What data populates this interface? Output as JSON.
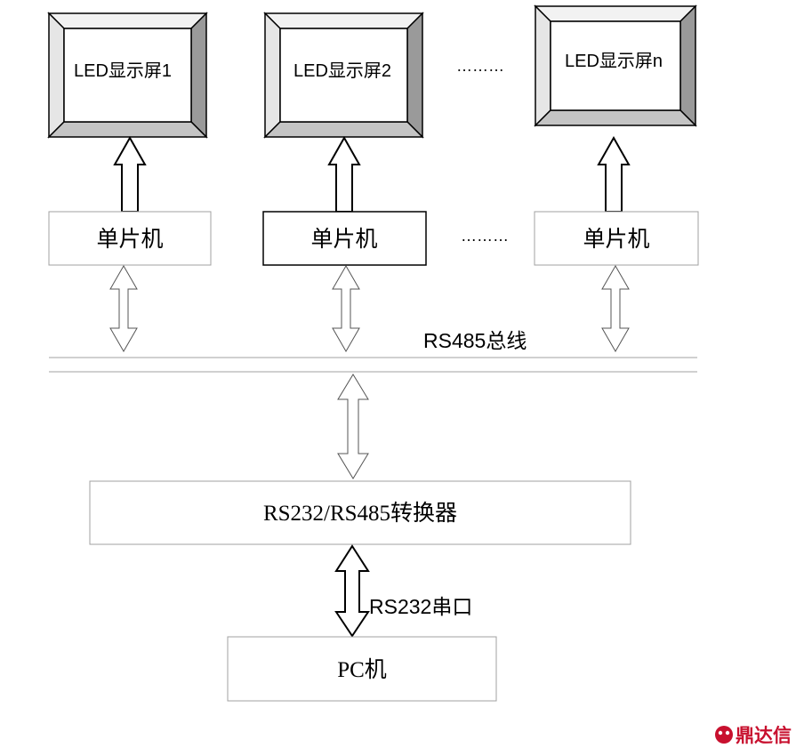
{
  "screens": [
    {
      "label": "LED显示屏1"
    },
    {
      "label": "LED显示屏2"
    },
    {
      "label": "LED显示屏n"
    }
  ],
  "screen_ellipsis": "………",
  "mcus": [
    {
      "label": "单片机"
    },
    {
      "label": "单片机"
    },
    {
      "label": "单片机"
    }
  ],
  "mcu_ellipsis": "………",
  "bus": {
    "label": "RS485总线"
  },
  "converter": {
    "label": "RS232/RS485转换器"
  },
  "serial": {
    "label": "RS232串口"
  },
  "pc": {
    "label": "PC机"
  },
  "watermark": {
    "text": "鼎达信"
  }
}
